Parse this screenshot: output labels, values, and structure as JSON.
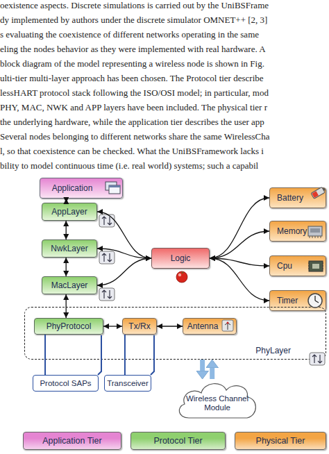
{
  "diagram": {
    "nodes": [
      {
        "text": [
          "Application"
        ]
      },
      {
        "text": [
          "AppLayer"
        ]
      },
      {
        "text": [
          "NwkLayer"
        ]
      },
      {
        "text": [
          "MacLayer"
        ]
      },
      {
        "text": [
          "Logic"
        ]
      },
      {
        "text": [
          "Battery"
        ]
      },
      {
        "text": [
          "Memory"
        ]
      },
      {
        "text": [
          "Cpu"
        ]
      },
      {
        "text": [
          "Timer"
        ]
      },
      {
        "text": [
          "PhyLayer"
        ]
      },
      {
        "text": [
          "PhyProtocol"
        ],
        "in": 9
      },
      {
        "text": [
          "Tx/Rx"
        ],
        "in": 9
      },
      {
        "text": [
          "Antenna"
        ],
        "in": 9
      },
      {
        "text": [
          "Protocol SAPs"
        ]
      },
      {
        "text": [
          "Transceiver"
        ]
      },
      {
        "text": [
          "Wireless Channel Module"
        ]
      }
    ],
    "edges": [
      {
        "from": 0,
        "to": 1,
        "arrow": "both"
      },
      {
        "from": 1,
        "to": 2,
        "arrow": "both"
      },
      {
        "from": 2,
        "to": 3,
        "arrow": "both"
      },
      {
        "from": 3,
        "to": 10,
        "arrow": "both"
      },
      {
        "from": 4,
        "to": 1,
        "arrow": "both"
      },
      {
        "from": 4,
        "to": 2,
        "arrow": "both"
      },
      {
        "from": 4,
        "to": 3,
        "arrow": "both"
      },
      {
        "from": 4,
        "to": 5,
        "arrow": "both"
      },
      {
        "from": 4,
        "to": 6,
        "arrow": "both"
      },
      {
        "from": 4,
        "to": 7,
        "arrow": "both"
      },
      {
        "from": 4,
        "to": 8,
        "arrow": "both"
      },
      {
        "from": 10,
        "to": 11,
        "arrow": "both"
      },
      {
        "from": 11,
        "to": 12,
        "arrow": "both"
      },
      {
        "from": 13,
        "to": 10,
        "arrow": "none"
      },
      {
        "from": 14,
        "to": 11,
        "arrow": "none"
      },
      {
        "from": 9,
        "to": 15,
        "arrow": "to"
      },
      {
        "from": 15,
        "to": 9,
        "arrow": "to"
      }
    ],
    "labels": [
      "oexistence aspects. Discrete simulations is carried out by the UniBSFrame",
      "dy implemented by authors under the discrete simulator OMNET++ [2, 3]",
      "s evaluating the coexistence of different networks operating in the same",
      "eling the nodes behavior as they were implemented with real hardware. A",
      "block diagram of the model representing a wireless node is shown in Fig.",
      "ulti-tier multi-layer approach has been chosen. The Protocol tier describe",
      "lessHART protocol stack following the ISO/OSI model; in particular, mod",
      "PHY, MAC, NWK and APP layers have been included. The physical tier r",
      "the underlying hardware, while the application tier describes the user app",
      "Several nodes belonging to different networks share the same WirelessCha",
      "l, so that coexistence can be checked. What the UniBSFramework lacks i",
      "bility to model continuous time (i.e. real world) systems; such a capabil"
    ],
    "legend": [
      {
        "text": "Application Tier",
        "color": "#e585d2"
      },
      {
        "text": "Protocol Tier",
        "color": "#8fd06f"
      },
      {
        "text": "Physical Tier",
        "color": "#f3a545"
      }
    ]
  }
}
